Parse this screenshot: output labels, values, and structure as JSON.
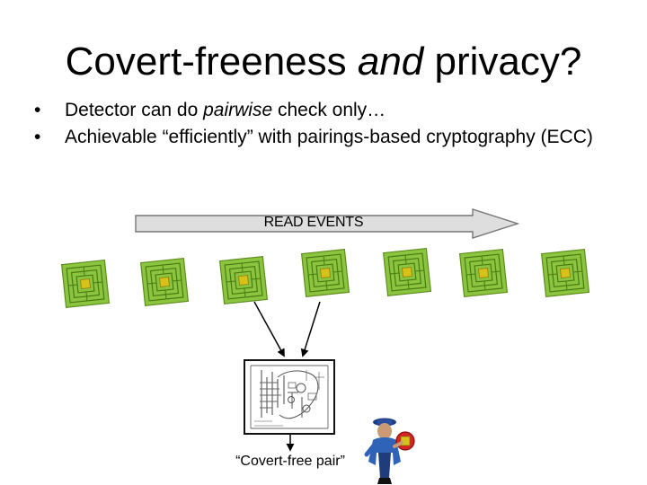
{
  "slide": {
    "title_prefix": "Covert-freeness ",
    "title_emphasis": "and",
    "title_suffix": " privacy?",
    "bullets": [
      {
        "symbol": "•",
        "prefix": "Detector can do ",
        "emphasis": "pairwise",
        "suffix": " check only…"
      },
      {
        "symbol": "•",
        "prefix": "Achievable “efficiently” with pairings-based cryptography (ECC)",
        "emphasis": "",
        "suffix": ""
      }
    ],
    "arrow_label": "READ EVENTS",
    "result_label": "“Covert-free pair”"
  },
  "icons": {
    "chip": "rfid-chip-icon",
    "detector": "circuit-diagram-icon",
    "officer": "police-officer-icon"
  },
  "colors": {
    "chip_green": "#8bc53f",
    "chip_dark": "#4a7a12",
    "chip_center": "#d8c21a",
    "arrow_fill": "#dedede",
    "arrow_border": "#777777",
    "officer_blue": "#2f63b8",
    "officer_red": "#d62323"
  }
}
